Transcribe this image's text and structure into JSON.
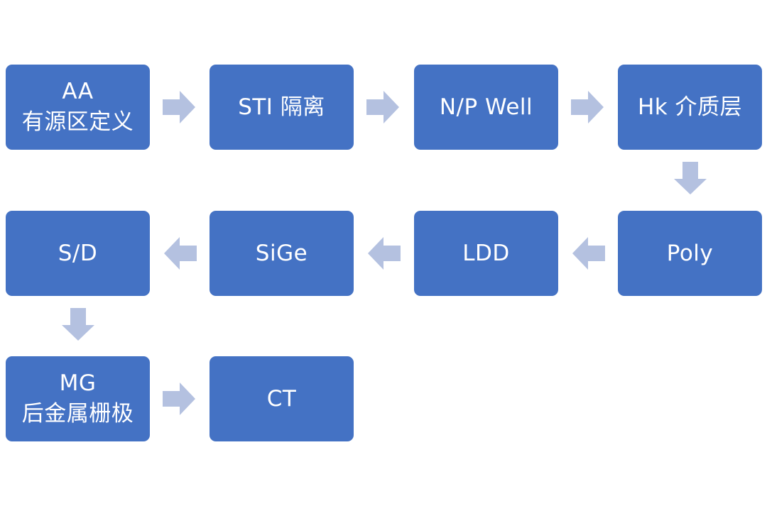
{
  "flow": {
    "steps": [
      {
        "id": "aa",
        "label": "AA 有源区定义"
      },
      {
        "id": "sti",
        "label": "STI 隔离"
      },
      {
        "id": "well",
        "label": "N/P Well"
      },
      {
        "id": "hk",
        "label": "Hk 介质层"
      },
      {
        "id": "poly",
        "label": "Poly"
      },
      {
        "id": "ldd",
        "label": "LDD"
      },
      {
        "id": "sige",
        "label": "SiGe"
      },
      {
        "id": "sd",
        "label": "S/D"
      },
      {
        "id": "mg",
        "label": "MG 后金属栅极"
      },
      {
        "id": "ct",
        "label": "CT"
      }
    ]
  },
  "colors": {
    "box_fill": "#4472c4",
    "box_text": "#ffffff",
    "arrow_fill": "#b4c1e0",
    "background": "#ffffff"
  }
}
